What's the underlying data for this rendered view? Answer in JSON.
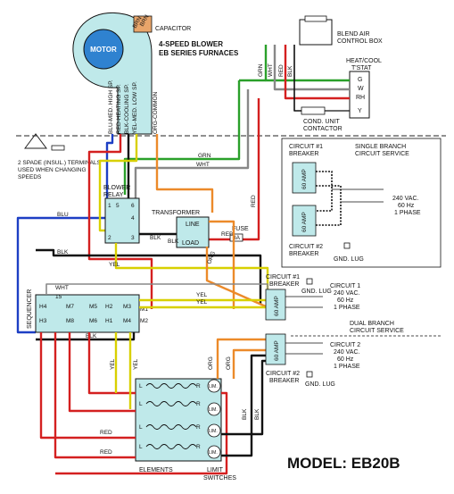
{
  "title": {
    "capacitor": "CAPACITOR",
    "blower_line1": "4-SPEED BLOWER",
    "blower_line2": "EB SERIES FURNACES",
    "motor": "MOTOR",
    "blend_air_1": "BLEND AIR",
    "blend_air_2": "CONTROL BOX",
    "tstat_1": "HEAT/COOL",
    "tstat_2": "T'STAT",
    "cond_1": "COND. UNIT",
    "cond_2": "CONTACTOR",
    "model": "MODEL: EB20B"
  },
  "motor_leads": [
    "BLU-MED. HIGH SP.",
    "RED-HEATING SP.",
    "BLK-COOLING SP.",
    "YEL-MED. LOW SP.",
    "ORG-COMMON"
  ],
  "cap_leads": [
    "BRN",
    "BRN"
  ],
  "thermostat_terminals": [
    "G",
    "W",
    "RH",
    "Y"
  ],
  "control_wires": [
    "GRN",
    "WHT",
    "RED",
    "BLK"
  ],
  "spade_note": [
    "2 SPADE (INSUL.) TERMINALS",
    "USED WHEN CHANGING",
    "SPEEDS"
  ],
  "wire_labels": {
    "grn": "GRN",
    "wht": "WHT",
    "red": "RED",
    "blu": "BLU",
    "blk": "BLK",
    "yel": "YEL",
    "org": "ORG"
  },
  "blower_relay": {
    "line1": "BLOWER",
    "line2": "RELAY",
    "terms": [
      "1",
      "5",
      "4",
      "6",
      "2",
      "3"
    ]
  },
  "transformer": {
    "label": "TRANSFORMER",
    "line": "LINE",
    "load": "LOAD"
  },
  "fuse": {
    "label": "FUSE",
    "rating": "3A"
  },
  "sequencer": {
    "label": "SEQUENCER",
    "terms": [
      "15",
      "H4",
      "M7",
      "M5",
      "H2",
      "M3",
      "M1",
      "H3",
      "M8",
      "M6",
      "H1",
      "M4",
      "M2"
    ]
  },
  "single_branch": {
    "circuit1": [
      "CIRCUIT #1",
      "BREAKER"
    ],
    "circuit2": [
      "CIRCUIT #2",
      "BREAKER"
    ],
    "service": [
      "SINGLE BRANCH",
      "CIRCUIT SERVICE"
    ],
    "power": [
      "240 VAC.",
      "60 Hz",
      "1 PHASE"
    ],
    "lug": "GND. LUG",
    "amp": "60 AMP"
  },
  "dual_branch": {
    "breaker1": [
      "CIRCUIT #1",
      "BREAKER"
    ],
    "breaker2": [
      "CIRCUIT #2",
      "BREAKER"
    ],
    "circuit1": [
      "CIRCUIT 1",
      "240 VAC.",
      "60 Hz",
      "1 PHASE"
    ],
    "circuit2": [
      "CIRCUIT 2",
      "240 VAC.",
      "60 Hz",
      "1 PHASE"
    ],
    "service": [
      "DUAL BRANCH",
      "CIRCUIT SERVICE"
    ],
    "lug": "GND. LUG",
    "amp": "60 AMP"
  },
  "elements": {
    "label": "ELEMENTS",
    "limit_1": "LIMIT",
    "limit_2": "SWITCHES",
    "L": "L",
    "R": "R",
    "lim": "LIM."
  },
  "colors": {
    "red": "#d42020",
    "blue": "#1d3fc4",
    "green": "#2aa02a",
    "yellow": "#d8d000",
    "orange": "#ec8a2a",
    "black": "#111111",
    "gray": "#9a9a9a",
    "panel": "#bfe9ea"
  }
}
